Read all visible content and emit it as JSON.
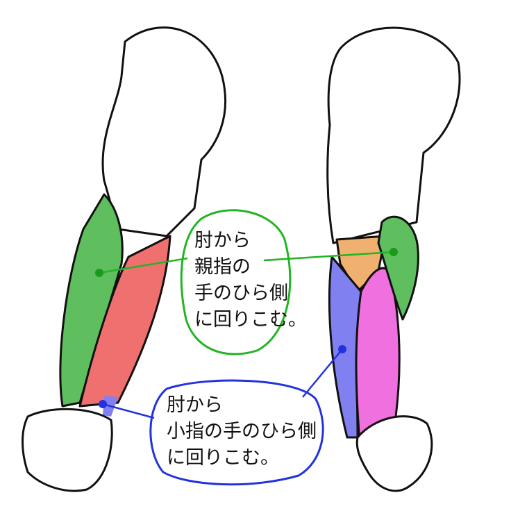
{
  "colors": {
    "green_muscle": "#5fbf5f",
    "red_muscle": "#f07070",
    "blue_muscle": "#8080f0",
    "pink_muscle": "#f070e0",
    "orange_muscle": "#f0b070",
    "green_outline": "#22b422",
    "blue_outline": "#2233dd"
  },
  "callouts": {
    "thumb_side": {
      "lines": [
        "肘から",
        "親指の",
        "手のひら側",
        "に回りこむ。"
      ]
    },
    "pinky_side": {
      "lines": [
        "肘から",
        "小指の手のひら側",
        "に回りこむ。"
      ]
    }
  }
}
